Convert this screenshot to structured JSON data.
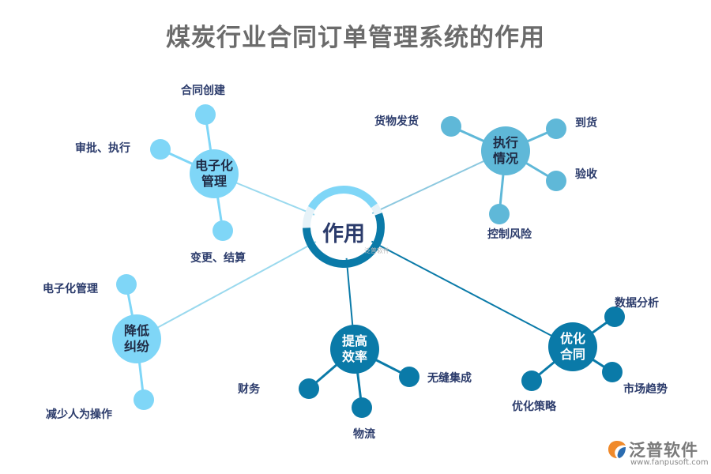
{
  "title": "煤炭行业合同订单管理系统的作用",
  "center": {
    "label": "作用"
  },
  "colors": {
    "branch_light": "#7fd6f7",
    "branch_mid": "#5fb8d8",
    "branch_dark": "#0a7aa8",
    "center_ring": "#0a7aa8",
    "title": "#6b6b6b",
    "label": "#2b3b6b"
  },
  "branches": [
    {
      "id": "electronic",
      "label": "电子化\n管理",
      "leaves": [
        "合同创建",
        "审批、执行",
        "变更、结算"
      ]
    },
    {
      "id": "execution",
      "label": "执行\n情况",
      "leaves": [
        "货物发货",
        "到货",
        "验收",
        "控制风险"
      ]
    },
    {
      "id": "dispute",
      "label": "降低\n纠纷",
      "leaves": [
        "电子化管理",
        "减少人为操作"
      ]
    },
    {
      "id": "efficiency",
      "label": "提高\n效率",
      "leaves": [
        "财务",
        "物流",
        "无缝集成"
      ]
    },
    {
      "id": "optimize",
      "label": "优化\n合同",
      "leaves": [
        "数据分析",
        "市场趋势",
        "优化策略"
      ]
    }
  ],
  "watermark": {
    "small": "泛普软件",
    "logo_text": "泛普软件",
    "url": "www.fanpusoft.com"
  }
}
